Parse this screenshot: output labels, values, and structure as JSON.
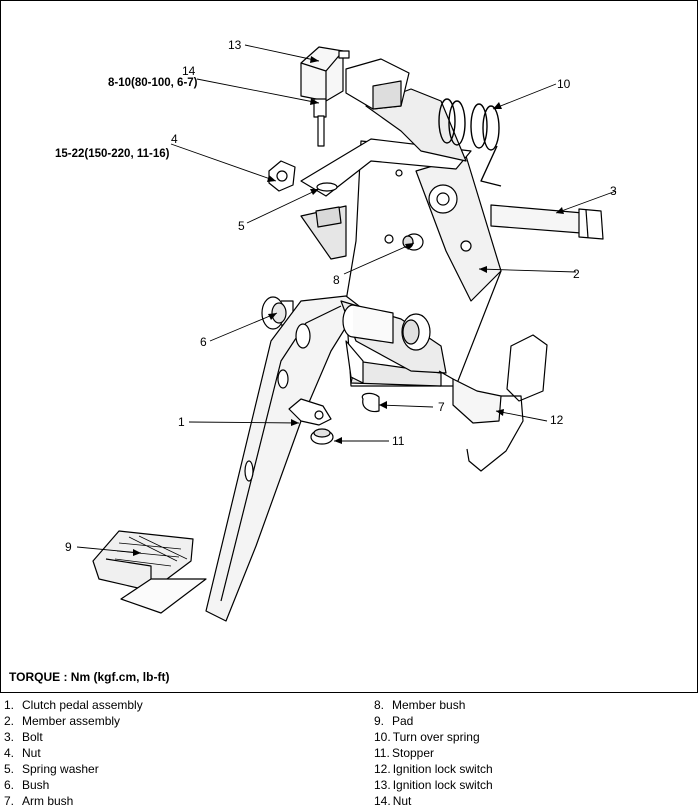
{
  "callouts": {
    "c1": "1",
    "c2": "2",
    "c3": "3",
    "c4": "4",
    "c5": "5",
    "c6": "6",
    "c7": "7",
    "c8": "8",
    "c9": "9",
    "c10": "10",
    "c11": "11",
    "c12": "12",
    "c13": "13",
    "c14": "14"
  },
  "torque_specs": {
    "nut_14": "8-10(80-100, 6-7)",
    "nut_4": "15-22(150-220, 11-16)"
  },
  "torque_heading": "TORQUE : Nm (kgf.cm, lb-ft)",
  "legend": [
    {
      "num": "1.",
      "text": "Clutch pedal assembly"
    },
    {
      "num": "2.",
      "text": "Member assembly"
    },
    {
      "num": "3.",
      "text": "Bolt"
    },
    {
      "num": "4.",
      "text": "Nut"
    },
    {
      "num": "5.",
      "text": "Spring washer"
    },
    {
      "num": "6.",
      "text": "Bush"
    },
    {
      "num": "7.",
      "text": "Arm bush"
    },
    {
      "num": "8.",
      "text": "Member bush"
    },
    {
      "num": "9.",
      "text": "Pad"
    },
    {
      "num": "10.",
      "text": "Turn over spring"
    },
    {
      "num": "11.",
      "text": "Stopper"
    },
    {
      "num": "12.",
      "text": "Ignition lock switch"
    },
    {
      "num": "13.",
      "text": "Ignition lock switch"
    },
    {
      "num": "14.",
      "text": "Nut"
    }
  ]
}
